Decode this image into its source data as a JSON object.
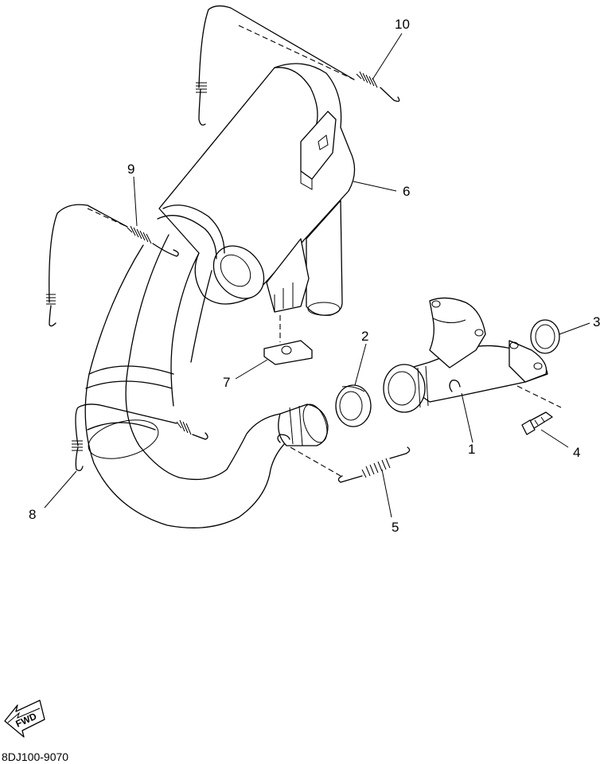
{
  "callouts": [
    {
      "id": "1",
      "label": "1"
    },
    {
      "id": "2",
      "label": "2"
    },
    {
      "id": "3",
      "label": "3"
    },
    {
      "id": "4",
      "label": "4"
    },
    {
      "id": "5",
      "label": "5"
    },
    {
      "id": "6",
      "label": "6"
    },
    {
      "id": "7",
      "label": "7"
    },
    {
      "id": "8",
      "label": "8"
    },
    {
      "id": "9",
      "label": "9"
    },
    {
      "id": "10",
      "label": "10"
    }
  ],
  "fwd_label": "FWD",
  "diagram_code": "8DJ100-9070",
  "icons": {
    "fwd": "fwd-arrow-icon"
  }
}
